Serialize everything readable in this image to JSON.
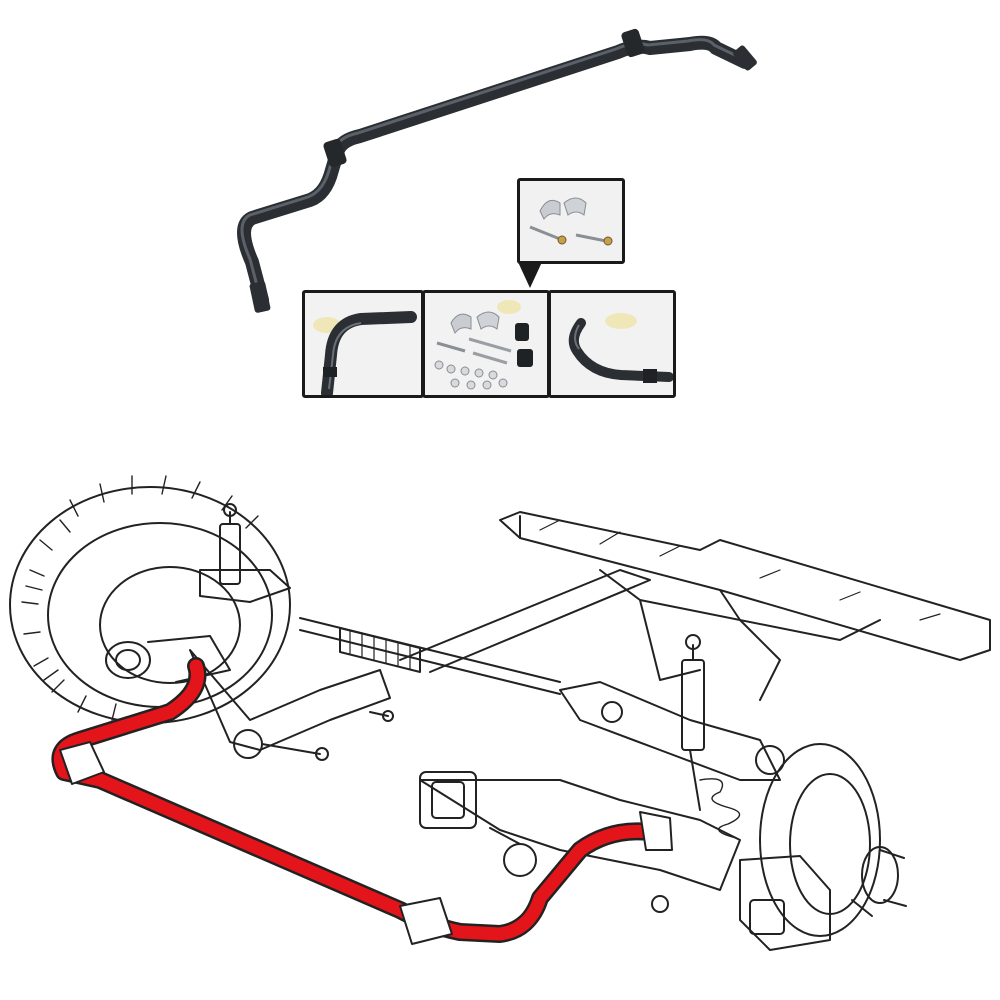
{
  "colors": {
    "bar": "#2b2f33",
    "bar_highlight": "#5b6168",
    "line_art": "#222222",
    "sway_bar_red": "#e4141b",
    "thumb_bg": "#f4f4f4",
    "thumb_border": "#1a1a1a"
  },
  "thumbnails": [
    {
      "id": "hardware-closeup",
      "icon": "hardware-kit-icon"
    },
    {
      "id": "bar-end-closeup",
      "icon": "bar-end-icon"
    },
    {
      "id": "full-hardware-kit",
      "icon": "hardware-kit-icon"
    },
    {
      "id": "bar-bend-closeup",
      "icon": "bar-bend-icon"
    }
  ],
  "diagram": {
    "icon": "front-suspension-diagram-icon",
    "highlight": "sway-bar-highlight-icon"
  }
}
